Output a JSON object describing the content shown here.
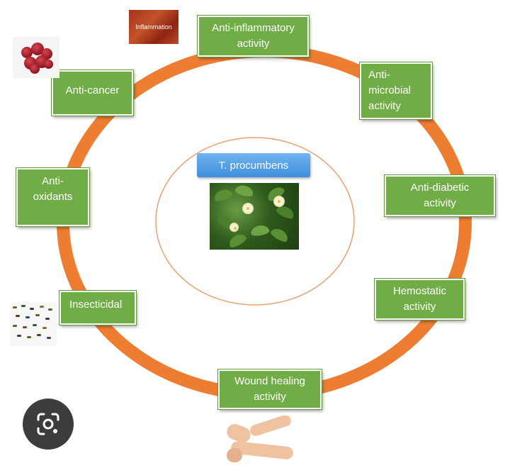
{
  "center": {
    "label": "T. procumbens"
  },
  "activities": [
    {
      "id": "anti-inflammatory",
      "label": "Anti-inflammatory\nactivity"
    },
    {
      "id": "anti-microbial",
      "label": "Anti-\nmicrobial\nactivity"
    },
    {
      "id": "anti-diabetic",
      "label": "Anti-diabetic\nactivity"
    },
    {
      "id": "hemostatic",
      "label": "Hemostatic\nactivity"
    },
    {
      "id": "wound-healing",
      "label": "Wound healing\nactivity"
    },
    {
      "id": "insecticidal",
      "label": "Insecticidal"
    },
    {
      "id": "anti-oxidants",
      "label": "Anti-\noxidants"
    },
    {
      "id": "anti-cancer",
      "label": "Anti-cancer"
    }
  ],
  "images": {
    "inflammation_caption": "Inflammation"
  },
  "icons": {
    "lens": "google-lens-icon"
  },
  "colors": {
    "ring": "#ed7d31",
    "box": "#70ad47",
    "center_label": "#4a9be3",
    "inner_ellipse": "#e8a070"
  }
}
